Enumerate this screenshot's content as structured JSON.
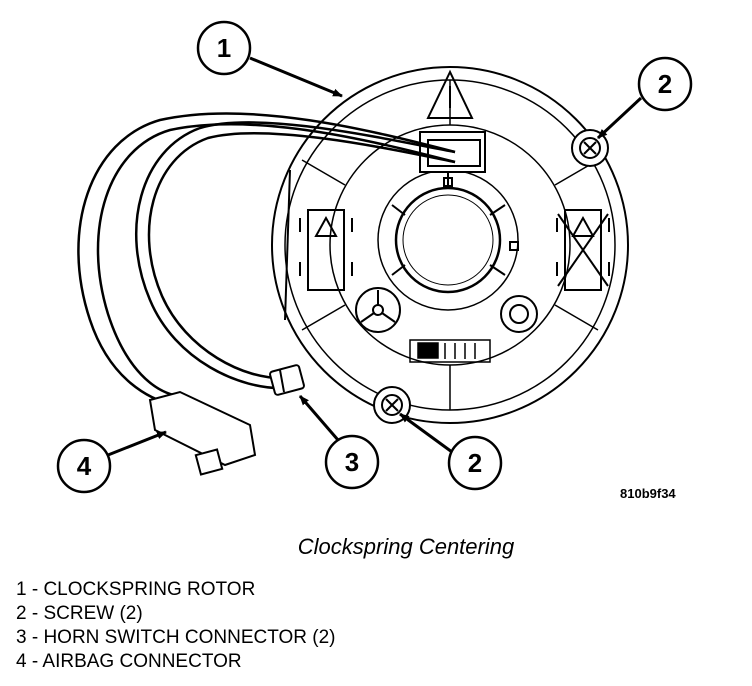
{
  "figure_id": "810b9f34",
  "caption": "Clockspring Centering",
  "callouts": [
    "1",
    "2",
    "2",
    "3",
    "4"
  ],
  "legend": [
    "1 - CLOCKSPRING ROTOR",
    "2 - SCREW (2)",
    "3 - HORN SWITCH CONNECTOR (2)",
    "4 - AIRBAG CONNECTOR"
  ]
}
